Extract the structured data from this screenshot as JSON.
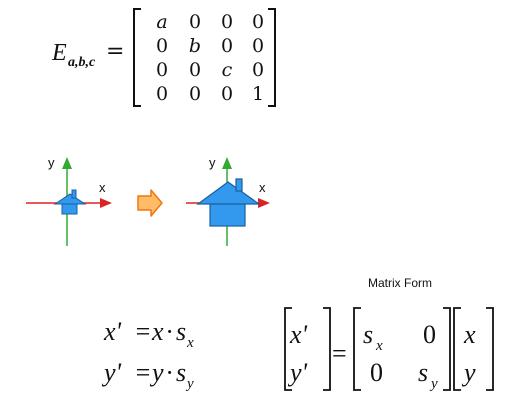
{
  "matrix_e": {
    "symbol": "E",
    "subscript": "a,b,c",
    "equals": "=",
    "rows": [
      [
        "a",
        "0",
        "0",
        "0"
      ],
      [
        "0",
        "b",
        "0",
        "0"
      ],
      [
        "0",
        "0",
        "c",
        "0"
      ],
      [
        "0",
        "0",
        "0",
        "1"
      ]
    ]
  },
  "diagram": {
    "left": {
      "y_label": "y",
      "x_label": "x"
    },
    "right": {
      "y_label": "y",
      "x_label": "x"
    },
    "colors": {
      "house_fill": "#3399ee",
      "house_stroke": "#1a5fa0",
      "x_axis": "#dd2222",
      "y_axis": "#33aa33",
      "arrow_fill": "#ffbb66",
      "arrow_stroke": "#ee7711"
    }
  },
  "matrix_form": {
    "caption": "Matrix Form",
    "eq1": {
      "lhs": "x'",
      "eq": "=",
      "var": "x",
      "dot": "·",
      "s": "s",
      "sub": "x"
    },
    "eq2": {
      "lhs": "y'",
      "eq": "=",
      "var": "y",
      "dot": "·",
      "s": "s",
      "sub": "y"
    },
    "vec_left": [
      "x'",
      "y'"
    ],
    "equals": "=",
    "scale": {
      "s": "s",
      "sub_x": "x",
      "sub_y": "y",
      "zero": "0"
    },
    "vec_right": [
      "x",
      "y"
    ]
  }
}
